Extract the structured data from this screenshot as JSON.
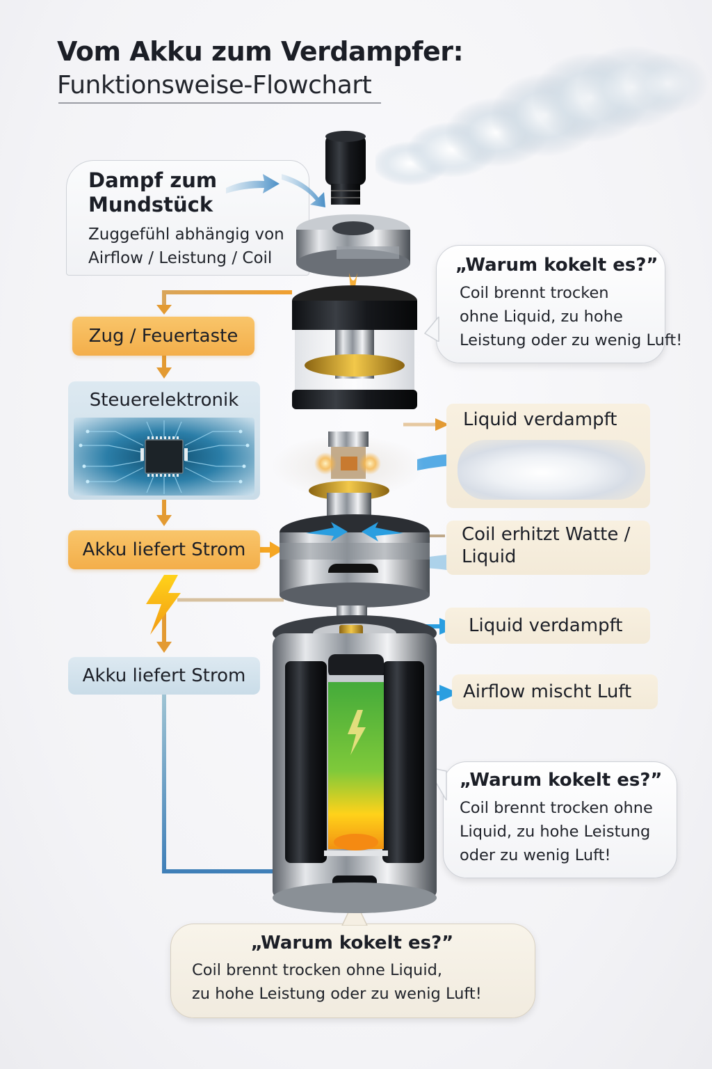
{
  "title": {
    "main": "Vom Akku zum Verdampfer:",
    "sub": "Funktionsweise-Flowchart"
  },
  "callouts": {
    "mouthpiece": {
      "heading_line1": "Dampf zum",
      "heading_line2": "Mundstück",
      "body_line1": "Zuggefühl abhängig von",
      "body_line2": "Airflow / Leistung / Coil"
    },
    "warum_top": {
      "heading": "„Warum kokelt es?”",
      "lines": [
        "Coil brennt trocken",
        "ohne Liquid, zu hohe",
        "Leistung oder zu wenig Luft!"
      ]
    },
    "warum_middle": {
      "heading": "„Warum kokelt es?”",
      "lines": [
        "Coil brennt trocken ohne",
        "Liquid, zu hohe Leistung",
        "oder zu wenig Luft!"
      ]
    },
    "warum_bottom": {
      "heading": "„Warum kokelt es?”",
      "lines": [
        "Coil brennt trocken ohne Liquid,",
        "zu hohe Leistung oder zu wenig Luft!"
      ]
    }
  },
  "flow": {
    "steps": [
      {
        "label": "Zug / Feuertaste",
        "style": "orange"
      },
      {
        "label": "Steuerelektronik",
        "style": "blue",
        "icon": "microchip-icon"
      },
      {
        "label": "Akku liefert Strom",
        "style": "orange"
      },
      {
        "label": "Akku liefert Strom",
        "style": "blue"
      }
    ],
    "lightning_icon": "lightning-bolt-icon"
  },
  "right_labels": {
    "liquid_verdampft_1": "Liquid verdampft",
    "coil_line1": "Coil erhitzt Watte /",
    "coil_line2": "Liquid",
    "liquid_verdampft_2": "Liquid verdampft",
    "airflow": "Airflow mischt Luft"
  },
  "colors": {
    "orange_box": "#f5b552",
    "orange_arrow": "#e39a32",
    "blue_box": "#d3e3ee",
    "blue_arrow": "#2a9ee0",
    "cream_label": "#f5ecdb",
    "text": "#1b1e26",
    "battery_green": "#4fb33a",
    "battery_glow": "#ffd21a"
  }
}
